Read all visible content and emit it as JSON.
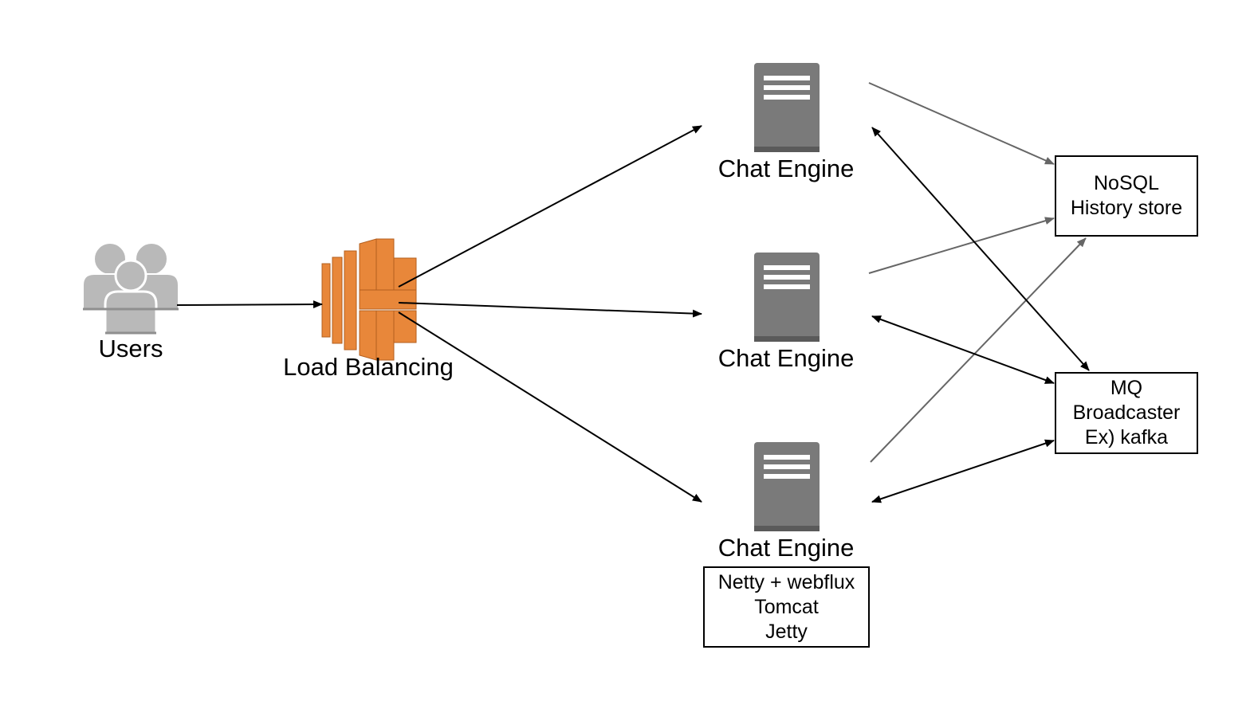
{
  "nodes": {
    "users": {
      "label": "Users",
      "icon": "users-icon"
    },
    "load_balancer": {
      "label": "Load Balancing",
      "icon": "load-balancer-icon",
      "color": "#E8873A"
    },
    "engines": [
      {
        "label": "Chat Engine",
        "icon": "server-icon"
      },
      {
        "label": "Chat Engine",
        "icon": "server-icon"
      },
      {
        "label": "Chat Engine",
        "icon": "server-icon"
      }
    ],
    "engine_stack": [
      "Netty + webflux",
      "Tomcat",
      "Jetty"
    ],
    "nosql": [
      "NoSQL",
      "History store"
    ],
    "mq": [
      "MQ",
      "Broadcaster",
      "Ex) kafka"
    ]
  },
  "colors": {
    "server": "#7A7A7A",
    "users": "#B9B9B9",
    "arrow_dark": "#000000",
    "arrow_gray": "#666666"
  }
}
